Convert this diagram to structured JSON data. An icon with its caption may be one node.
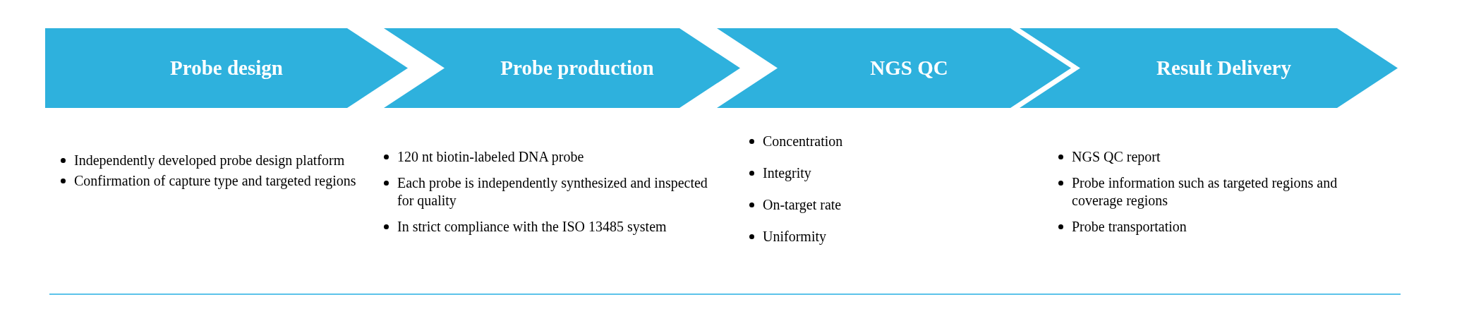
{
  "diagram": {
    "nodes": [
      {
        "text": [
          "Probe design"
        ],
        "beside": [
          "Independently developed probe design platform",
          "Confirmation of capture type and targeted regions"
        ]
      },
      {
        "text": [
          "Probe production"
        ],
        "beside": [
          "120 nt biotin-labeled DNA probe",
          "Each probe is independently synthesized and inspected for quality",
          "In strict compliance with the ISO 13485 system"
        ]
      },
      {
        "text": [
          "NGS QC"
        ],
        "beside": [
          "Concentration",
          "Integrity",
          "On-target rate",
          "Uniformity"
        ]
      },
      {
        "text": [
          "Result Delivery"
        ],
        "beside": [
          "NGS QC report",
          "Probe information such as targeted regions and coverage regions",
          "Probe transportation"
        ]
      }
    ]
  }
}
